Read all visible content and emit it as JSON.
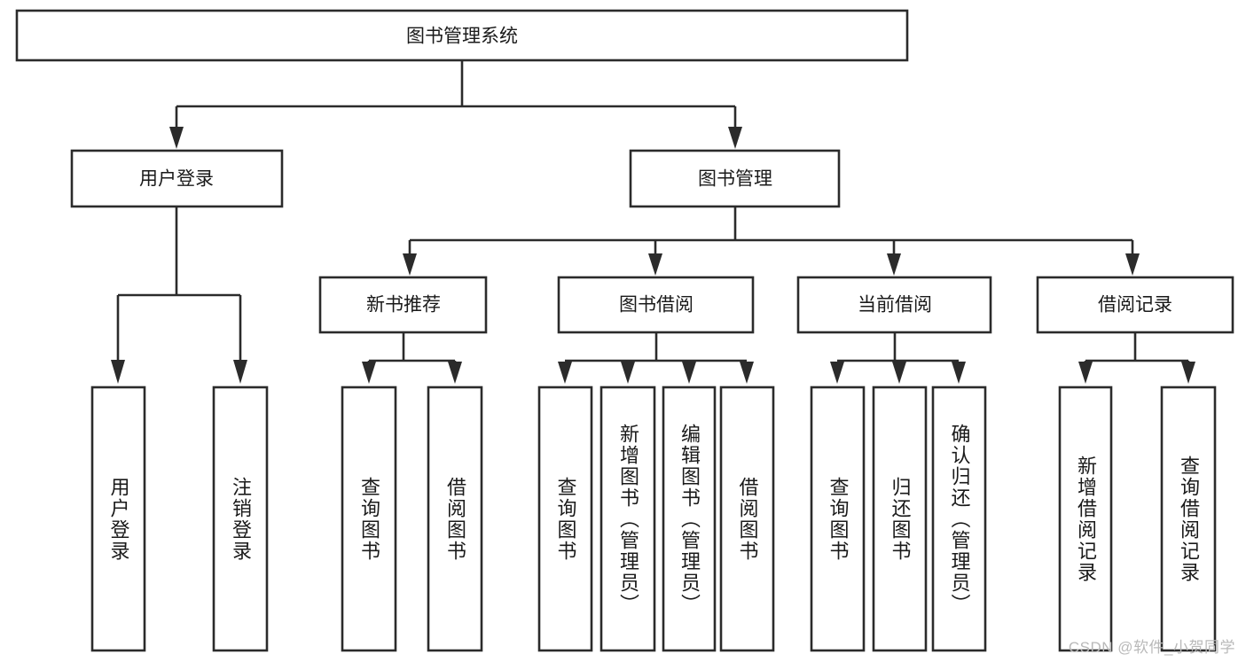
{
  "diagram": {
    "title": "图书管理系统",
    "type": "tree-hierarchy-chart",
    "root": {
      "label": "图书管理系统"
    },
    "level2": [
      {
        "id": "user-login",
        "label": "用户登录"
      },
      {
        "id": "book-manage",
        "label": "图书管理"
      }
    ],
    "level3": [
      {
        "id": "new-book-recommend",
        "label": "新书推荐",
        "parent": "book-manage"
      },
      {
        "id": "book-borrow",
        "label": "图书借阅",
        "parent": "book-manage"
      },
      {
        "id": "current-borrow",
        "label": "当前借阅",
        "parent": "book-manage"
      },
      {
        "id": "borrow-record",
        "label": "借阅记录",
        "parent": "book-manage"
      }
    ],
    "leaves": [
      {
        "id": "leaf-user-login",
        "label": "用户登录",
        "parent": "user-login"
      },
      {
        "id": "leaf-logout-login",
        "label": "注销登录",
        "parent": "user-login"
      },
      {
        "id": "leaf-query-book-1",
        "label": "查询图书",
        "parent": "new-book-recommend"
      },
      {
        "id": "leaf-borrow-book-1",
        "label": "借阅图书",
        "parent": "new-book-recommend"
      },
      {
        "id": "leaf-query-book-2",
        "label": "查询图书",
        "parent": "book-borrow"
      },
      {
        "id": "leaf-add-book",
        "label": "新增图书（管理员）",
        "parent": "book-borrow"
      },
      {
        "id": "leaf-edit-book",
        "label": "编辑图书（管理员）",
        "parent": "book-borrow"
      },
      {
        "id": "leaf-borrow-book-2",
        "label": "借阅图书",
        "parent": "book-borrow"
      },
      {
        "id": "leaf-query-book-3",
        "label": "查询图书",
        "parent": "current-borrow"
      },
      {
        "id": "leaf-return-book",
        "label": "归还图书",
        "parent": "current-borrow"
      },
      {
        "id": "leaf-confirm-return",
        "label": "确认归还（管理员）",
        "parent": "current-borrow"
      },
      {
        "id": "leaf-add-record",
        "label": "新增借阅记录",
        "parent": "borrow-record"
      },
      {
        "id": "leaf-query-record",
        "label": "查询借阅记录",
        "parent": "borrow-record"
      }
    ],
    "colors": {
      "stroke": "#2b2b2b",
      "fill": "#ffffff",
      "text": "#1a1a1a",
      "watermark": "#b9b9b9"
    }
  },
  "watermark": {
    "text": "CSDN @软件_小贺同学"
  }
}
